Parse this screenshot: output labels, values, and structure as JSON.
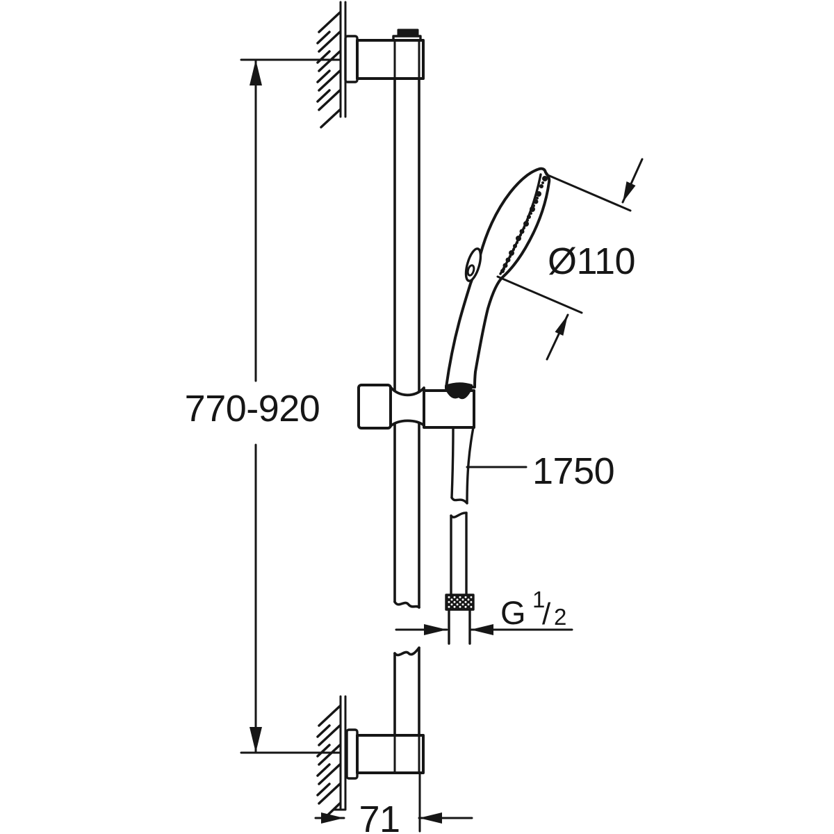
{
  "drawing": {
    "kind": "technical-dimension-drawing",
    "background_color": "#ffffff",
    "line_color": "#161616"
  },
  "labels": {
    "rail_height": "770-920",
    "head_diameter": "Ø110",
    "hose_length": "1750",
    "thread": {
      "letter": "G",
      "numerator": "1",
      "slash": "/",
      "denominator": "2"
    },
    "wall_offset": "71"
  }
}
